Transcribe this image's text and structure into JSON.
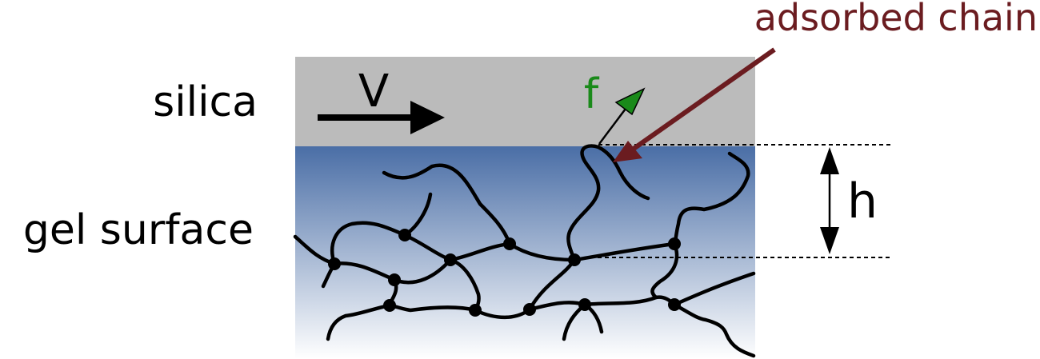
{
  "labels": {
    "silica": "silica",
    "gel_surface": "gel surface",
    "velocity": "V",
    "force": "f",
    "height": "h",
    "adsorbed_chain": "adsorbed chain"
  },
  "colors": {
    "silica_fill": "#bbbbbb",
    "gel_top": "#4a6ea6",
    "gel_bottom": "#ffffff",
    "force_arrow": "#1a8a1a",
    "force_label": "#1a8a1a",
    "adsorbed_label": "#6b1c20",
    "adsorbed_arrow": "#6b1c20",
    "chain_stroke": "#000000"
  },
  "icons": {
    "velocity_arrow": "arrow-right-icon",
    "force_arrow": "arrow-up-right-icon",
    "height_arrow": "double-arrow-vertical-icon",
    "crosslink": "dot-icon"
  }
}
